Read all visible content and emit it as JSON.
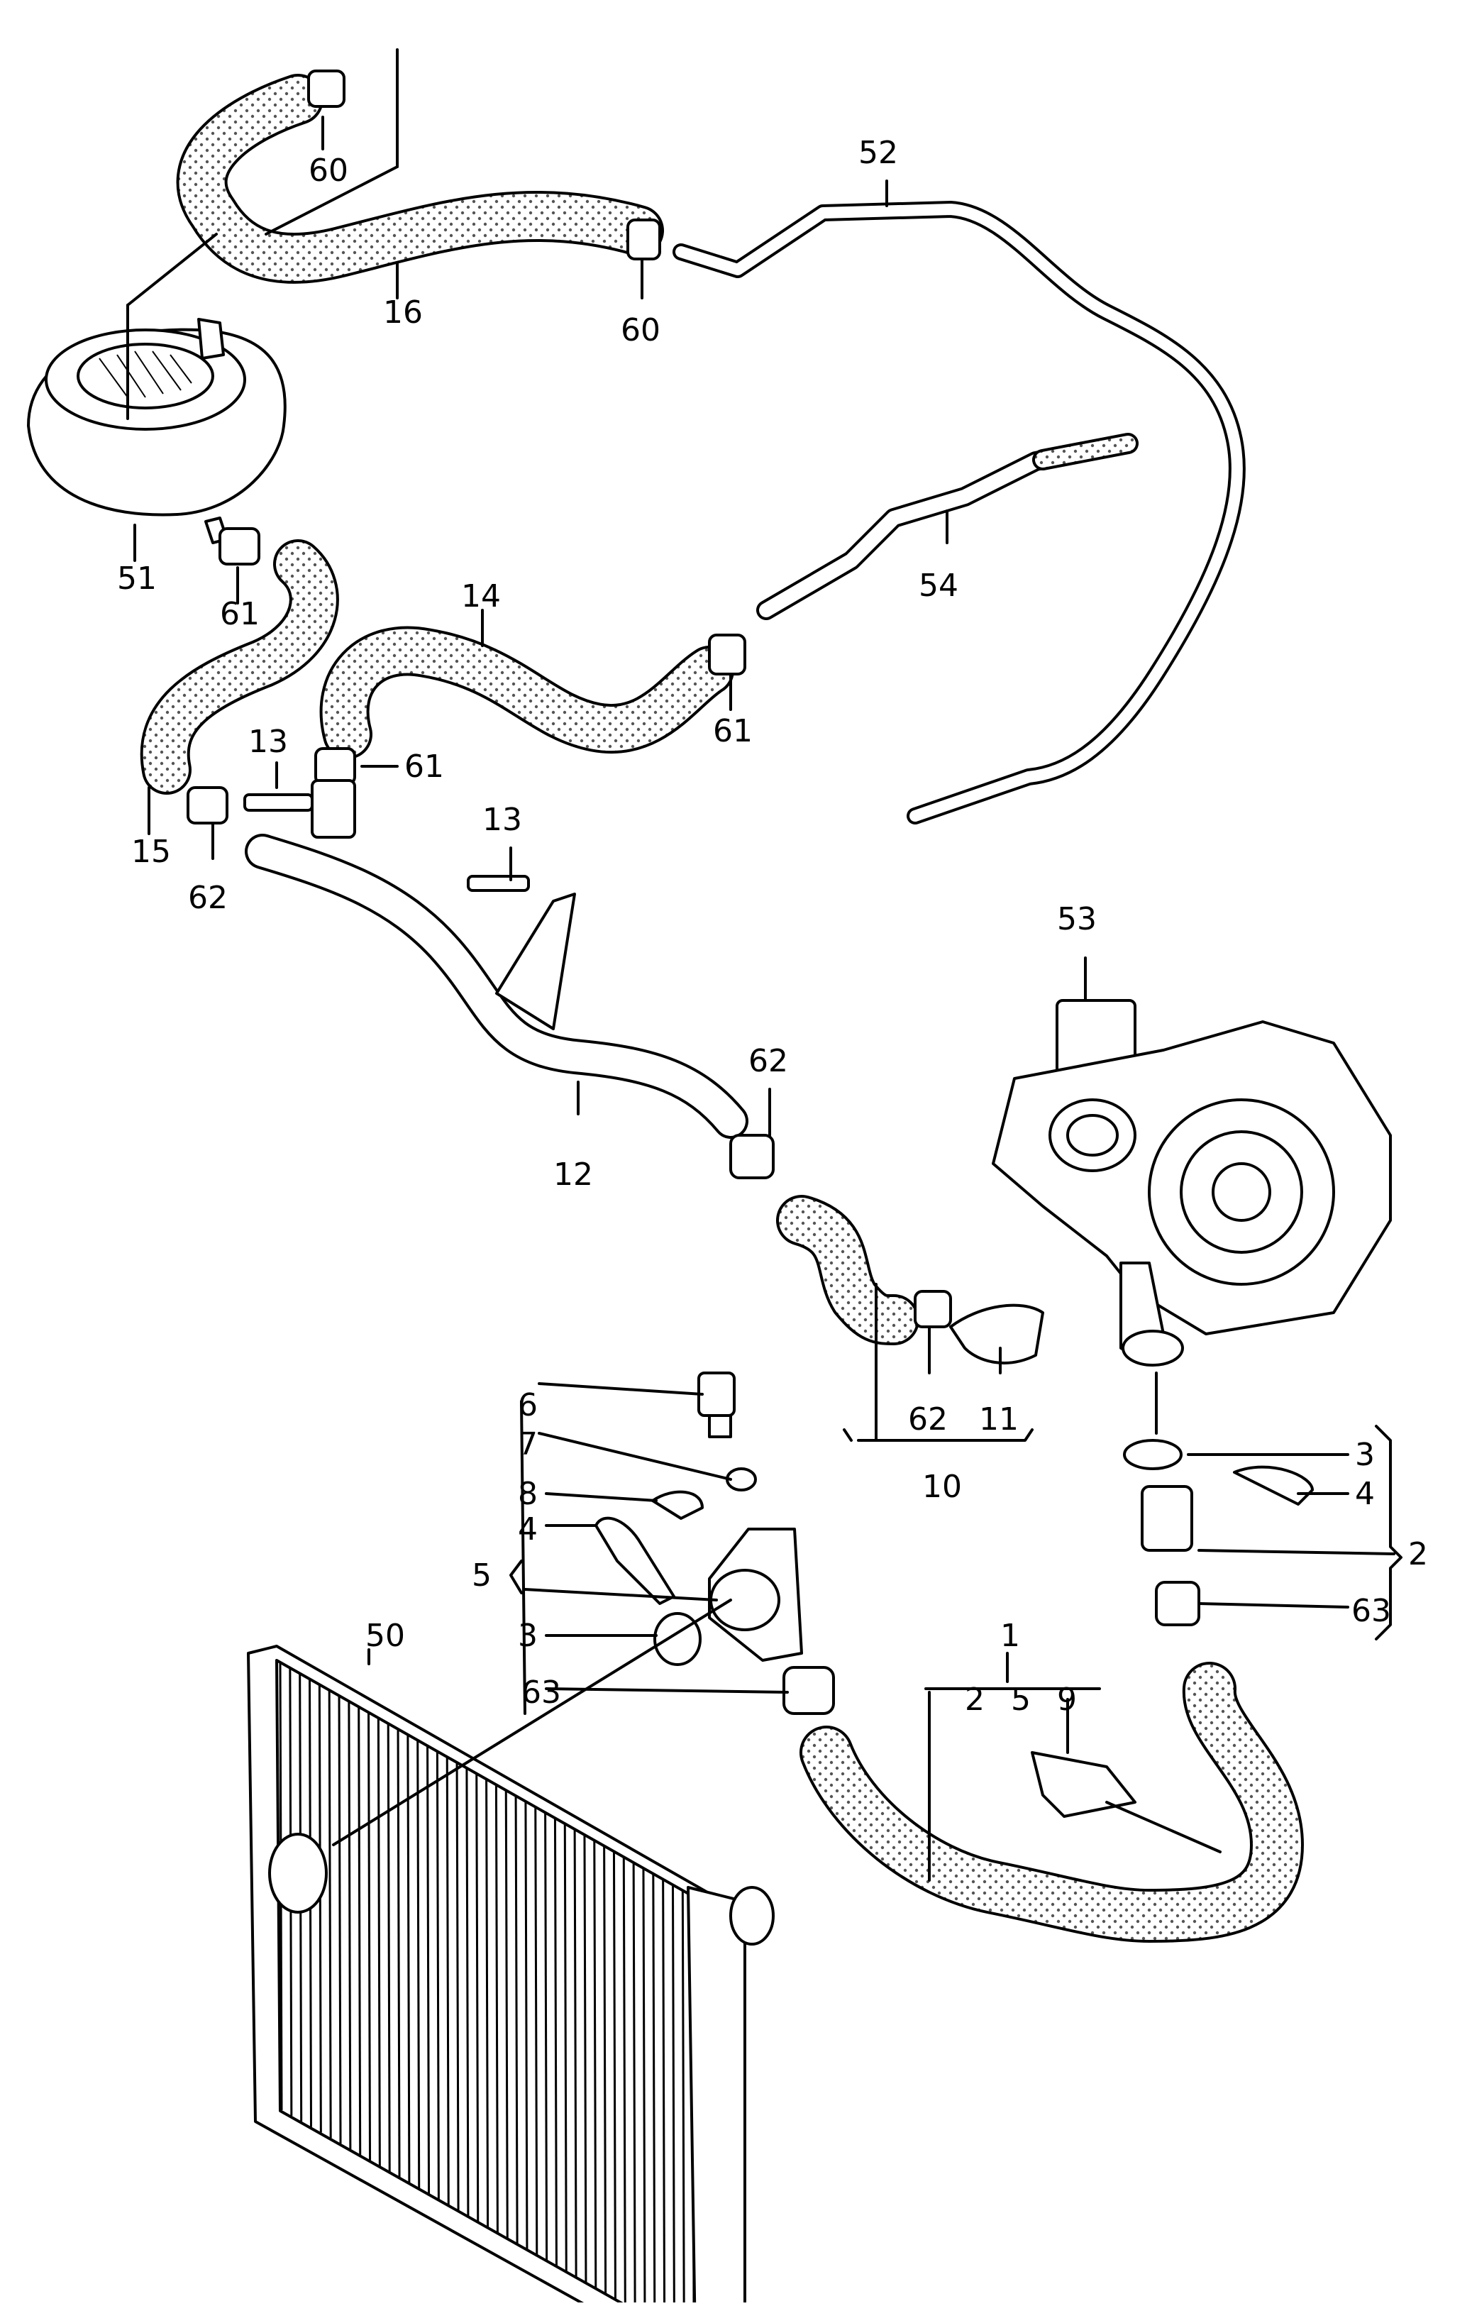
{
  "labels": {
    "l60a": "60",
    "l16": "16",
    "l60b": "60",
    "l52": "52",
    "l51": "51",
    "l61a": "61",
    "l14": "14",
    "l54": "54",
    "l61b": "61",
    "l13a": "13",
    "l61c": "61",
    "l15": "15",
    "l62a": "62",
    "l13b": "13",
    "l53": "53",
    "l62b": "62",
    "l12": "12",
    "l62c": "62",
    "l11": "11",
    "l10": "10",
    "l6": "6",
    "l7": "7",
    "l8": "8",
    "l4a": "4",
    "l5": "5",
    "l3a": "3",
    "l63a": "63",
    "l50": "50",
    "l1": "1",
    "l2a": "2",
    "l5b": "5",
    "l9": "9",
    "l3b": "3",
    "l4b": "4",
    "l2b": "2",
    "l63b": "63"
  },
  "colors": {
    "ink": "#000000",
    "paper": "#ffffff",
    "hose_dots": "#5a5a5a"
  }
}
